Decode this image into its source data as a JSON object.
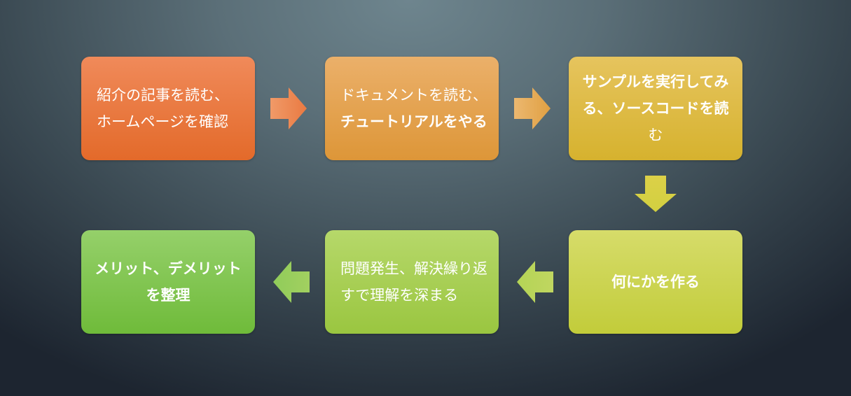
{
  "steps": [
    {
      "lines": [
        "紹介の記事を読む、",
        "ホームページを確認"
      ]
    },
    {
      "lines": [
        "ドキュメントを読む、",
        "チュートリアルをやる"
      ]
    },
    {
      "lines": [
        "サンプルを実行してみ",
        "る、ソースコードを読",
        "む"
      ]
    },
    {
      "lines": [
        "何にかを作る"
      ]
    },
    {
      "lines": [
        "問題発生、解決繰り返",
        "すで理解を深まる"
      ]
    },
    {
      "lines": [
        "メリット、デメリット",
        "を整理"
      ]
    }
  ],
  "colors": {
    "step1": "#e8763e",
    "step2": "#e4a250",
    "step3": "#dcbb44",
    "step4": "#cad452",
    "step5": "#a8cf56",
    "step6": "#82c552"
  }
}
